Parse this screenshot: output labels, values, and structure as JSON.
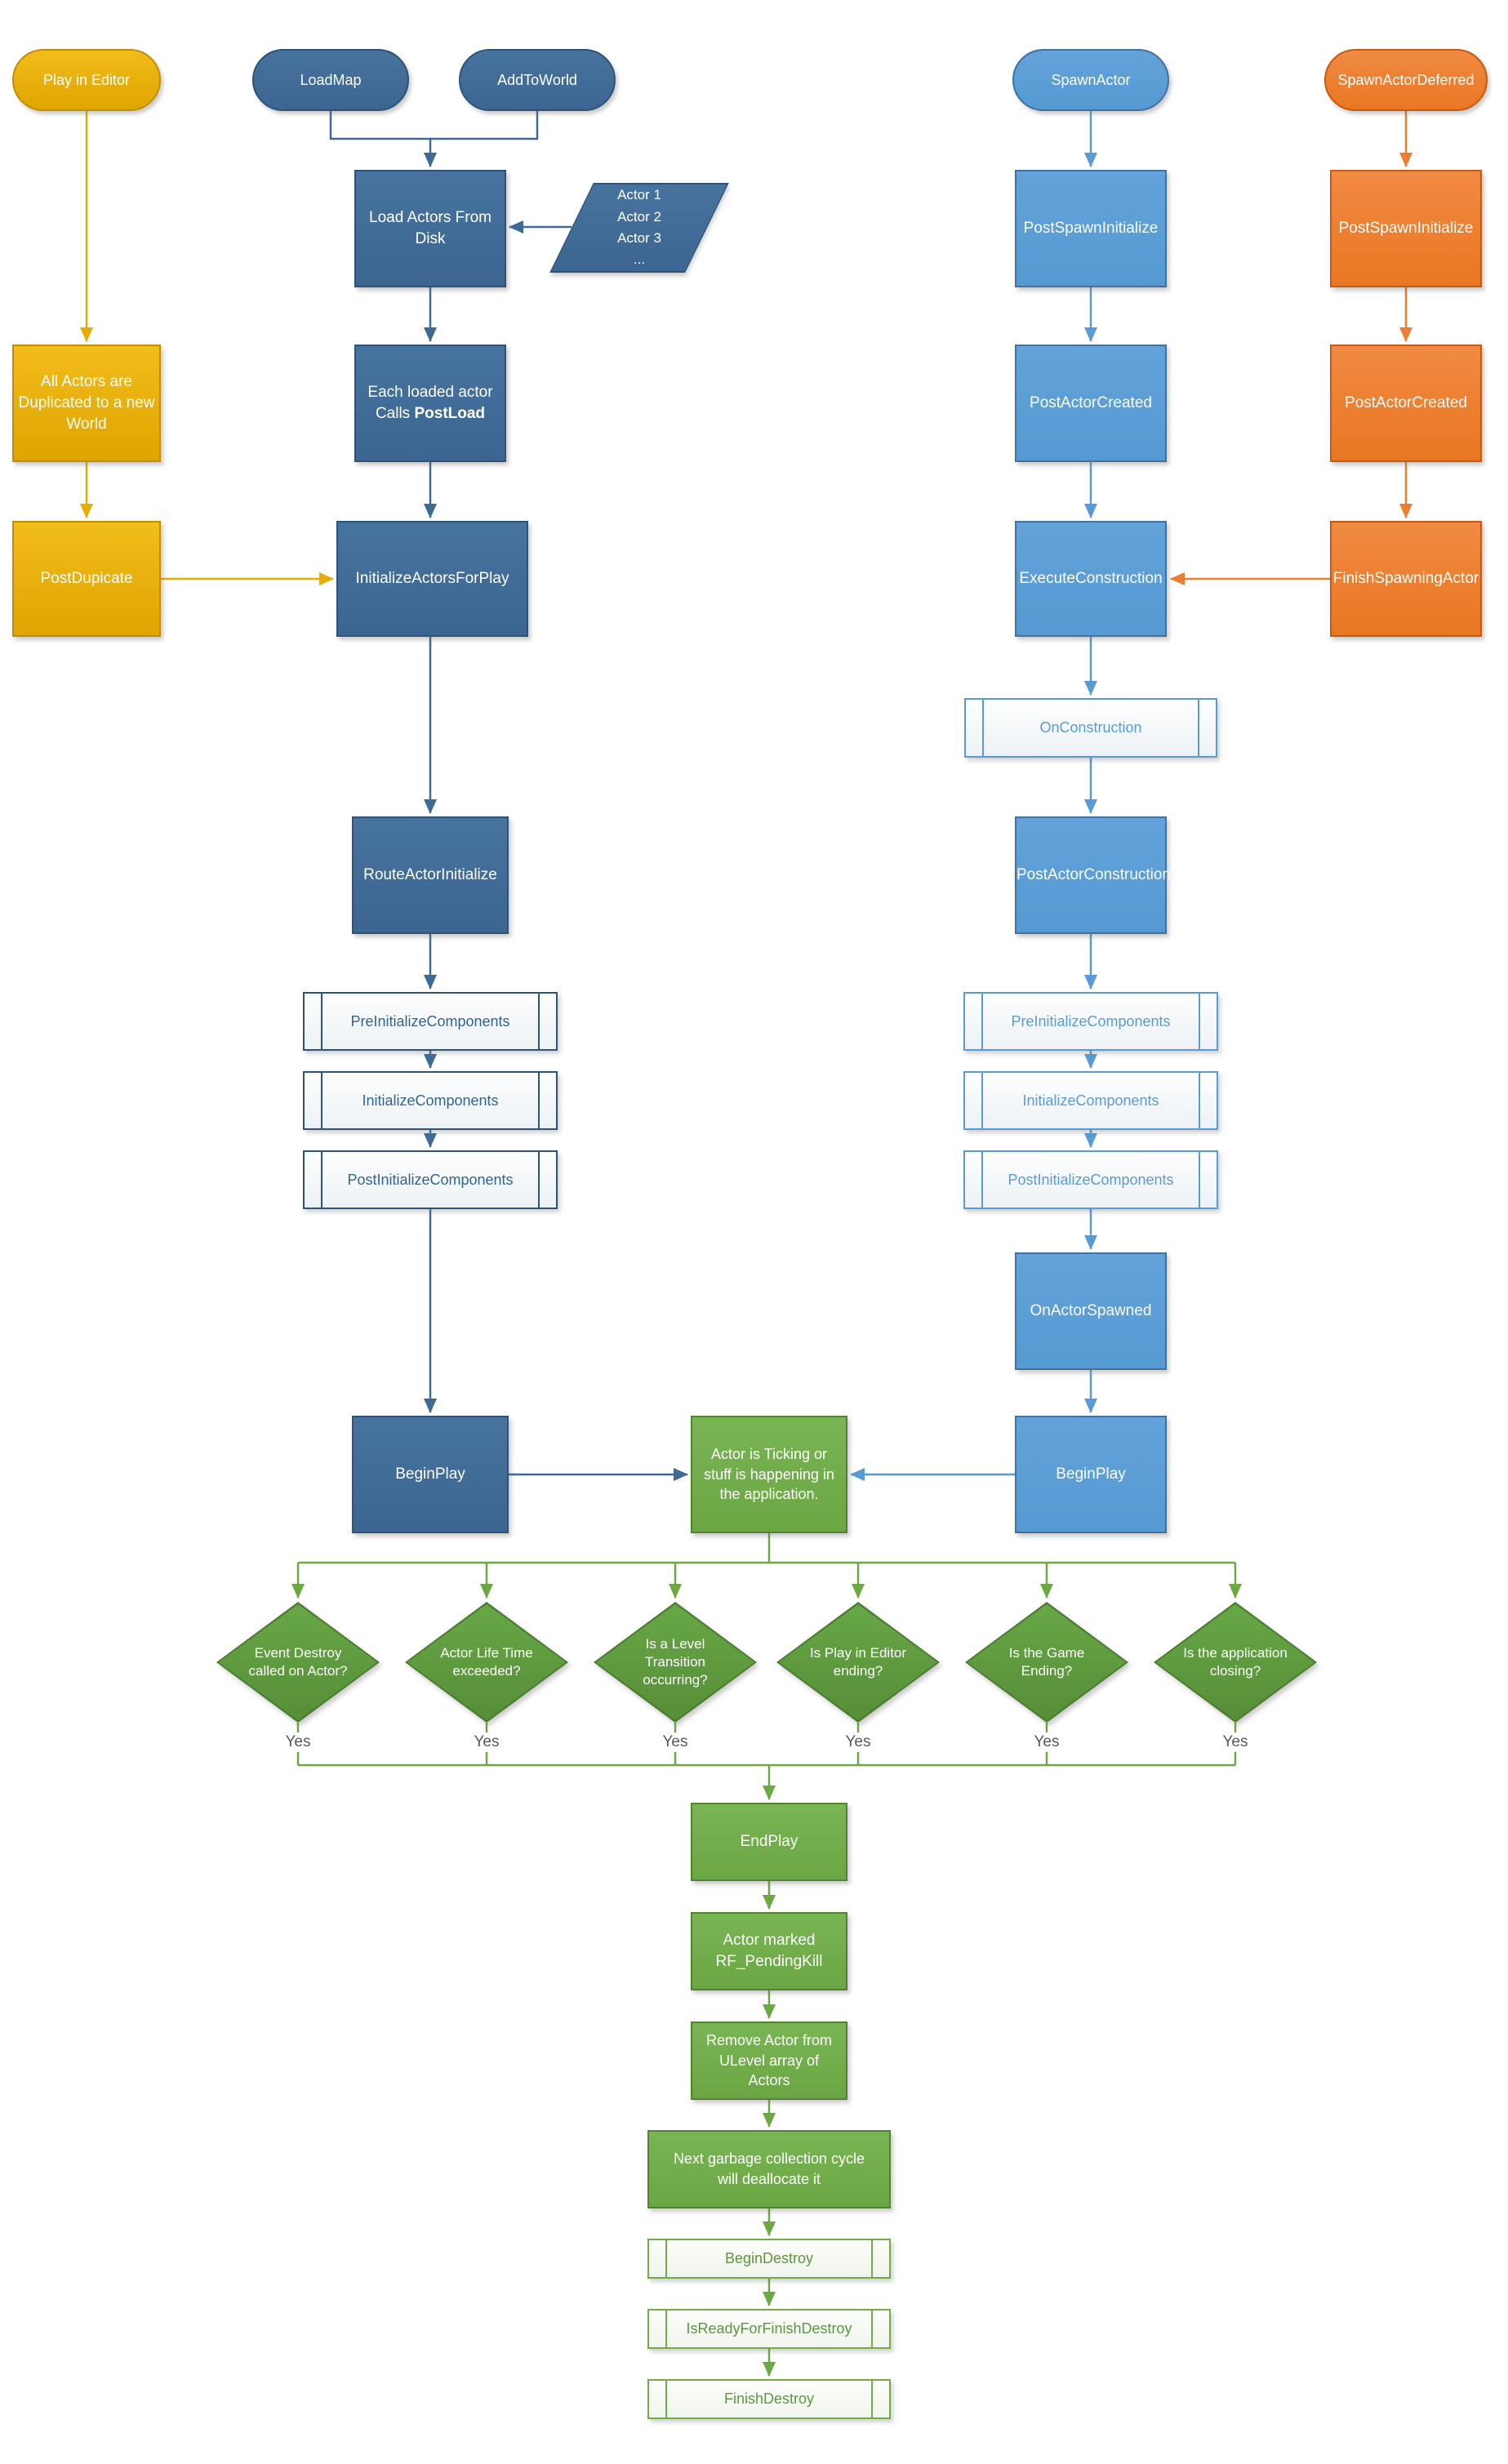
{
  "colors": {
    "yellow": "#EBB000",
    "yellow-border": "#C18E00",
    "dkblue": "#3F6C99",
    "dkblue-border": "#2E5377",
    "ltblue": "#5B9BD5",
    "ltblue-border": "#41719C",
    "orange": "#ED7D31",
    "orange-border": "#C55A11",
    "green": "#70AD47",
    "green-border": "#538135",
    "diamond": "#5F9A3E",
    "diamond-border": "#4C7C31",
    "line-yellow": "#E8AC00",
    "line-dkblue": "#3E6A96",
    "line-ltblue": "#5B9BD5",
    "line-orange": "#ED7D31",
    "line-green": "#6CA942"
  },
  "nodes": {
    "play_in_editor": {
      "label": "Play in Editor"
    },
    "load_map": {
      "label": "LoadMap"
    },
    "add_to_world": {
      "label": "AddToWorld"
    },
    "spawn_actor": {
      "label": "SpawnActor"
    },
    "spawn_actor_deferred": {
      "label": "SpawnActorDeferred"
    },
    "load_actors_from_disk": {
      "lines": [
        "Load Actors From",
        "Disk"
      ]
    },
    "actor_list": {
      "lines": [
        "Actor 1",
        "Actor 2",
        "Actor 3",
        "..."
      ]
    },
    "post_spawn_initialize_spawn": {
      "label": "PostSpawnInitialize"
    },
    "post_spawn_initialize_deferred": {
      "label": "PostSpawnInitialize"
    },
    "all_actors_duplicated": {
      "lines": [
        "All Actors are",
        "Duplicated to a new",
        "World"
      ]
    },
    "each_loaded_actor": {
      "line1": "Each loaded actor",
      "line2_prefix": "Calls ",
      "line2_bold": "PostLoad"
    },
    "post_actor_created_spawn": {
      "label": "PostActorCreated"
    },
    "post_actor_created_deferred": {
      "label": "PostActorCreated"
    },
    "post_dupicate": {
      "label": "PostDupicate"
    },
    "initialize_actors_for_play": {
      "label": "InitializeActorsForPlay"
    },
    "execute_construction": {
      "label": "ExecuteConstruction"
    },
    "finish_spawning_actor": {
      "label": "FinishSpawningActor"
    },
    "on_construction": {
      "label": "OnConstruction"
    },
    "post_actor_construction": {
      "label": "PostActorConstruction"
    },
    "route_actor_initialize": {
      "label": "RouteActorInitialize"
    },
    "pre_initialize_components_left": {
      "label": "PreInitializeComponents"
    },
    "initialize_components_left": {
      "label": "InitializeComponents"
    },
    "post_initialize_components_left": {
      "label": "PostInitializeComponents"
    },
    "pre_initialize_components_right": {
      "label": "PreInitializeComponents"
    },
    "initialize_components_right": {
      "label": "InitializeComponents"
    },
    "post_initialize_components_right": {
      "label": "PostInitializeComponents"
    },
    "on_actor_spawned": {
      "label": "OnActorSpawned"
    },
    "begin_play_left": {
      "label": "BeginPlay"
    },
    "begin_play_right": {
      "label": "BeginPlay"
    },
    "actor_ticking": {
      "lines": [
        "Actor is Ticking or",
        "stuff is happening in",
        "the application."
      ]
    },
    "end_play": {
      "label": "EndPlay"
    },
    "actor_marked_pending_kill": {
      "lines": [
        "Actor marked",
        "RF_PendingKill"
      ]
    },
    "remove_actor": {
      "lines": [
        "Remove Actor from",
        "ULevel array of",
        "Actors"
      ]
    },
    "next_garbage": {
      "lines": [
        "Next garbage collection cycle",
        "will deallocate it"
      ]
    },
    "begin_destroy": {
      "label": "BeginDestroy"
    },
    "is_ready_for_finish_destroy": {
      "label": "IsReadyForFinishDestroy"
    },
    "finish_destroy": {
      "label": "FinishDestroy"
    }
  },
  "decisions": [
    {
      "lines": [
        "Event Destroy",
        "called on Actor?"
      ],
      "yes": "Yes"
    },
    {
      "lines": [
        "Actor Life Time",
        "exceeded?"
      ],
      "yes": "Yes"
    },
    {
      "lines": [
        "Is a Level",
        "Transition",
        "occurring?"
      ],
      "yes": "Yes"
    },
    {
      "lines": [
        "Is Play in Editor",
        "ending?"
      ],
      "yes": "Yes"
    },
    {
      "lines": [
        "Is the Game",
        "Ending?"
      ],
      "yes": "Yes"
    },
    {
      "lines": [
        "Is the application",
        "closing?"
      ],
      "yes": "Yes"
    }
  ]
}
